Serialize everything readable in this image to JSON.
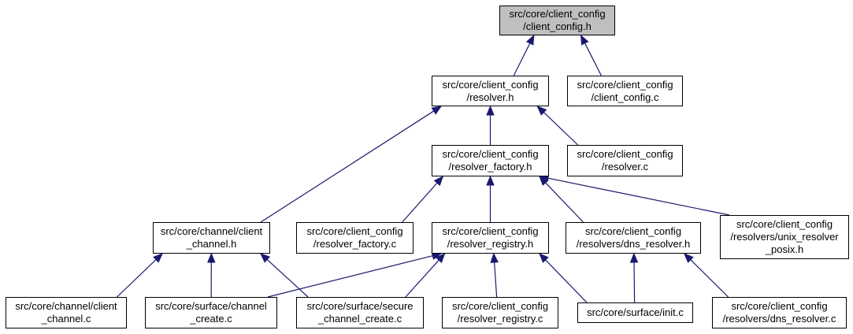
{
  "colors": {
    "edge": "#191970",
    "root_fill": "#bfbfbf",
    "node_fill": "#ffffff",
    "border": "#000000"
  },
  "nodes": {
    "client_config_h": [
      "src/core/client_config",
      "/client_config.h"
    ],
    "resolver_h": [
      "src/core/client_config",
      "/resolver.h"
    ],
    "client_config_c": [
      "src/core/client_config",
      "/client_config.c"
    ],
    "resolver_factory_h": [
      "src/core/client_config",
      "/resolver_factory.h"
    ],
    "resolver_c": [
      "src/core/client_config",
      "/resolver.c"
    ],
    "client_channel_h": [
      "src/core/channel/client",
      "_channel.h"
    ],
    "resolver_factory_c": [
      "src/core/client_config",
      "/resolver_factory.c"
    ],
    "resolver_registry_h": [
      "src/core/client_config",
      "/resolver_registry.h"
    ],
    "dns_resolver_h": [
      "src/core/client_config",
      "/resolvers/dns_resolver.h"
    ],
    "unix_resolver_posix_h": [
      "src/core/client_config",
      "/resolvers/unix_resolver",
      "_posix.h"
    ],
    "client_channel_c": [
      "src/core/channel/client",
      "_channel.c"
    ],
    "channel_create_c": [
      "src/core/surface/channel",
      "_create.c"
    ],
    "secure_channel_create_c": [
      "src/core/surface/secure",
      "_channel_create.c"
    ],
    "resolver_registry_c": [
      "src/core/client_config",
      "/resolver_registry.c"
    ],
    "init_c": [
      "src/core/surface/init.c"
    ],
    "dns_resolver_c": [
      "src/core/client_config",
      "/resolvers/dns_resolver.c"
    ]
  },
  "edges": [
    [
      "resolver_h",
      "client_config_h"
    ],
    [
      "client_config_c",
      "client_config_h"
    ],
    [
      "resolver_factory_h",
      "resolver_h"
    ],
    [
      "resolver_c",
      "resolver_h"
    ],
    [
      "client_channel_h",
      "resolver_h"
    ],
    [
      "resolver_factory_c",
      "resolver_factory_h"
    ],
    [
      "resolver_registry_h",
      "resolver_factory_h"
    ],
    [
      "dns_resolver_h",
      "resolver_factory_h"
    ],
    [
      "unix_resolver_posix_h",
      "resolver_factory_h"
    ],
    [
      "client_channel_c",
      "client_channel_h"
    ],
    [
      "channel_create_c",
      "client_channel_h"
    ],
    [
      "secure_channel_create_c",
      "client_channel_h"
    ],
    [
      "channel_create_c",
      "resolver_registry_h"
    ],
    [
      "secure_channel_create_c",
      "resolver_registry_h"
    ],
    [
      "resolver_registry_c",
      "resolver_registry_h"
    ],
    [
      "init_c",
      "resolver_registry_h"
    ],
    [
      "init_c",
      "dns_resolver_h"
    ],
    [
      "dns_resolver_c",
      "dns_resolver_h"
    ]
  ]
}
